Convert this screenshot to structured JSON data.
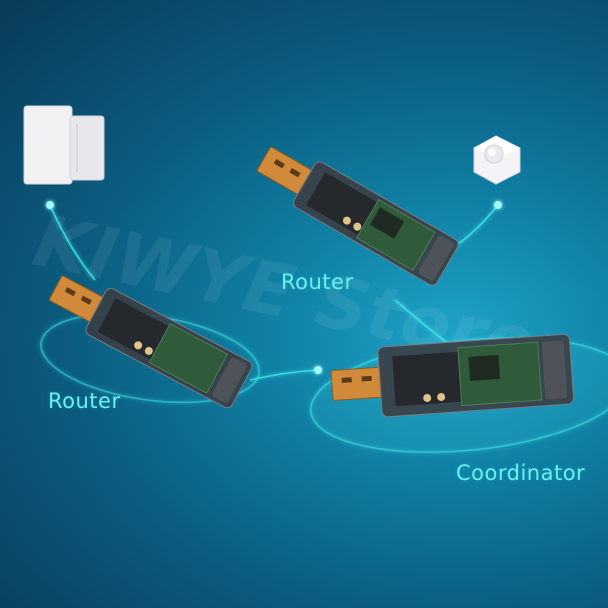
{
  "labels": {
    "router_top": "Router",
    "router_left": "Router",
    "coordinator": "Coordinator"
  },
  "watermark_text": "KIWYE Store",
  "colors": {
    "background_dark": "#0a3a58",
    "background_light": "#1fa3c8",
    "link_line": "#3fe6e6",
    "label_text": "#6ff0ee"
  },
  "icons": {
    "door_sensor": "door-sensor-icon",
    "motion_sensor": "motion-sensor-icon",
    "usb_dongle": "usb-dongle-icon"
  }
}
